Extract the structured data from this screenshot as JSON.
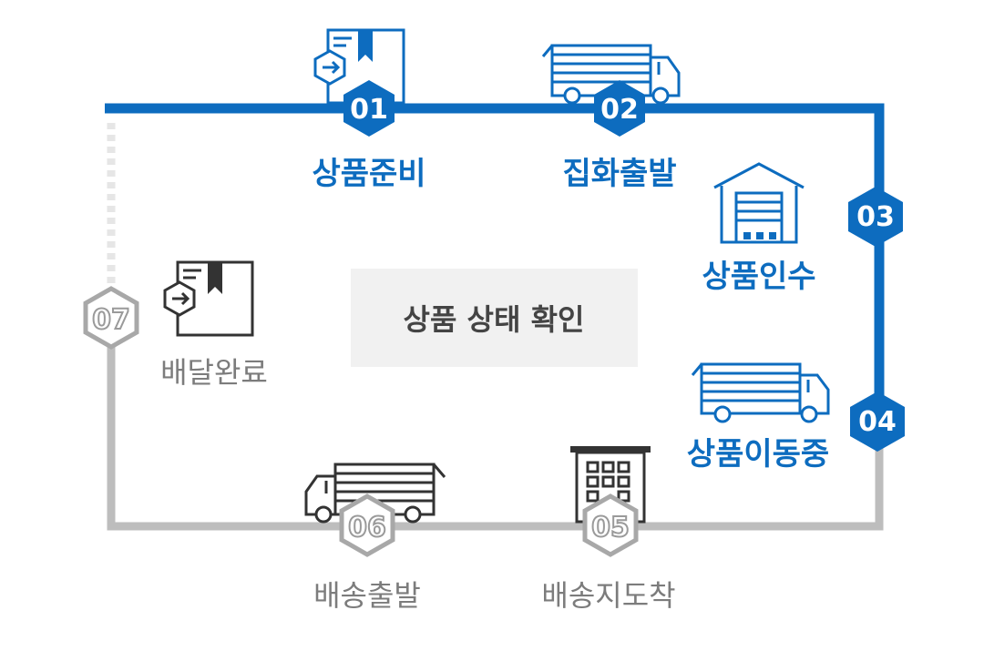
{
  "center": {
    "label": "상품 상태 확인"
  },
  "steps": [
    {
      "num": "01",
      "label": "상품준비",
      "status": "active",
      "icon": "package-box-icon"
    },
    {
      "num": "02",
      "label": "집화출발",
      "status": "active",
      "icon": "truck-icon"
    },
    {
      "num": "03",
      "label": "상품인수",
      "status": "active",
      "icon": "warehouse-icon"
    },
    {
      "num": "04",
      "label": "상품이동중",
      "status": "active",
      "icon": "truck-icon"
    },
    {
      "num": "05",
      "label": "배송지도착",
      "status": "inactive",
      "icon": "building-icon"
    },
    {
      "num": "06",
      "label": "배송출발",
      "status": "inactive",
      "icon": "truck-icon"
    },
    {
      "num": "07",
      "label": "배달완료",
      "status": "inactive",
      "icon": "package-box-icon"
    }
  ],
  "colors": {
    "active": "#0d6cbf",
    "inactive": "#bdbdbd",
    "inactive_badge_stroke": "#9a9a9a",
    "icon_dark": "#333333",
    "center_bg": "#f1f1f1"
  }
}
